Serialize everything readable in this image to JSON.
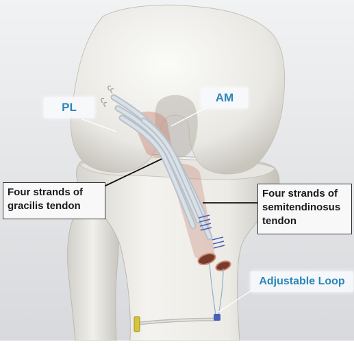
{
  "labels": {
    "pl": "PL",
    "am": "AM",
    "gracilis_line1": "Four strands of",
    "gracilis_line2": "gracilis tendon",
    "semi_line1": "Four strands of",
    "semi_line2": "semitendinosus",
    "semi_line3": "tendon",
    "adjustable_loop": "Adjustable Loop"
  },
  "colors": {
    "background": "#e4e6e8",
    "bone": "#eeede9",
    "bone_shade": "#c9c6bf",
    "tendon": "#c9d2db",
    "tunnel_tint": "#c98878",
    "label_accent": "#2b86b8",
    "button_yellow": "#d8c43a",
    "suture_blue": "#4a5fb8"
  }
}
